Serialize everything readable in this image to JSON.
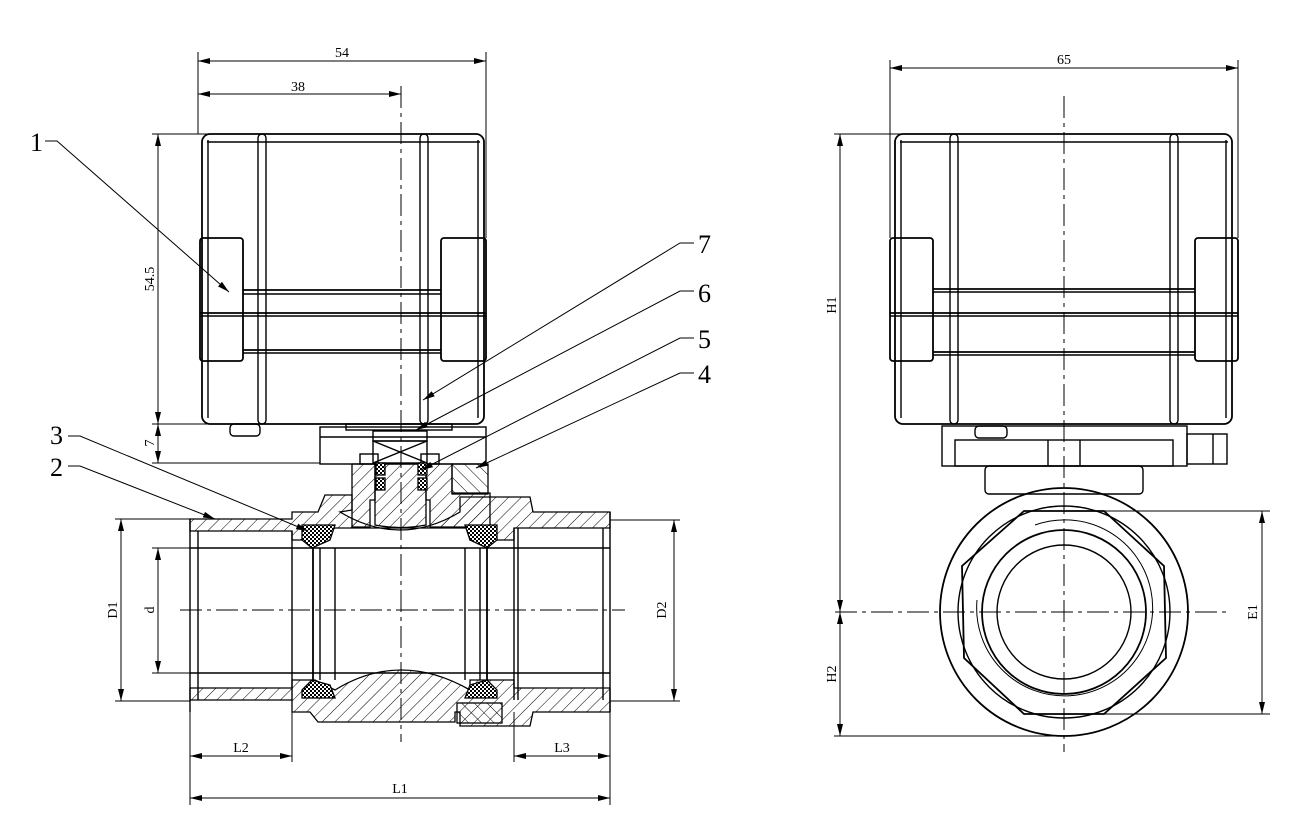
{
  "front_view": {
    "dimensions": {
      "actuator_width": "54",
      "actuator_center_offset": "38",
      "actuator_height": "54.5",
      "bracket_height": "7",
      "thread_outer_diameter_left": "D1",
      "bore_diameter": "d",
      "thread_outer_diameter_right": "D2",
      "left_thread_length": "L2",
      "right_thread_length": "L3",
      "overall_length": "L1"
    },
    "callouts": [
      "1",
      "2",
      "3",
      "4",
      "5",
      "6",
      "7"
    ]
  },
  "side_view": {
    "dimensions": {
      "actuator_depth": "65",
      "height_above_axis": "H1",
      "height_below_axis": "H2",
      "hex_across_flats": "E1"
    }
  },
  "icons": {
    "arrowhead": "arrow-icon"
  }
}
